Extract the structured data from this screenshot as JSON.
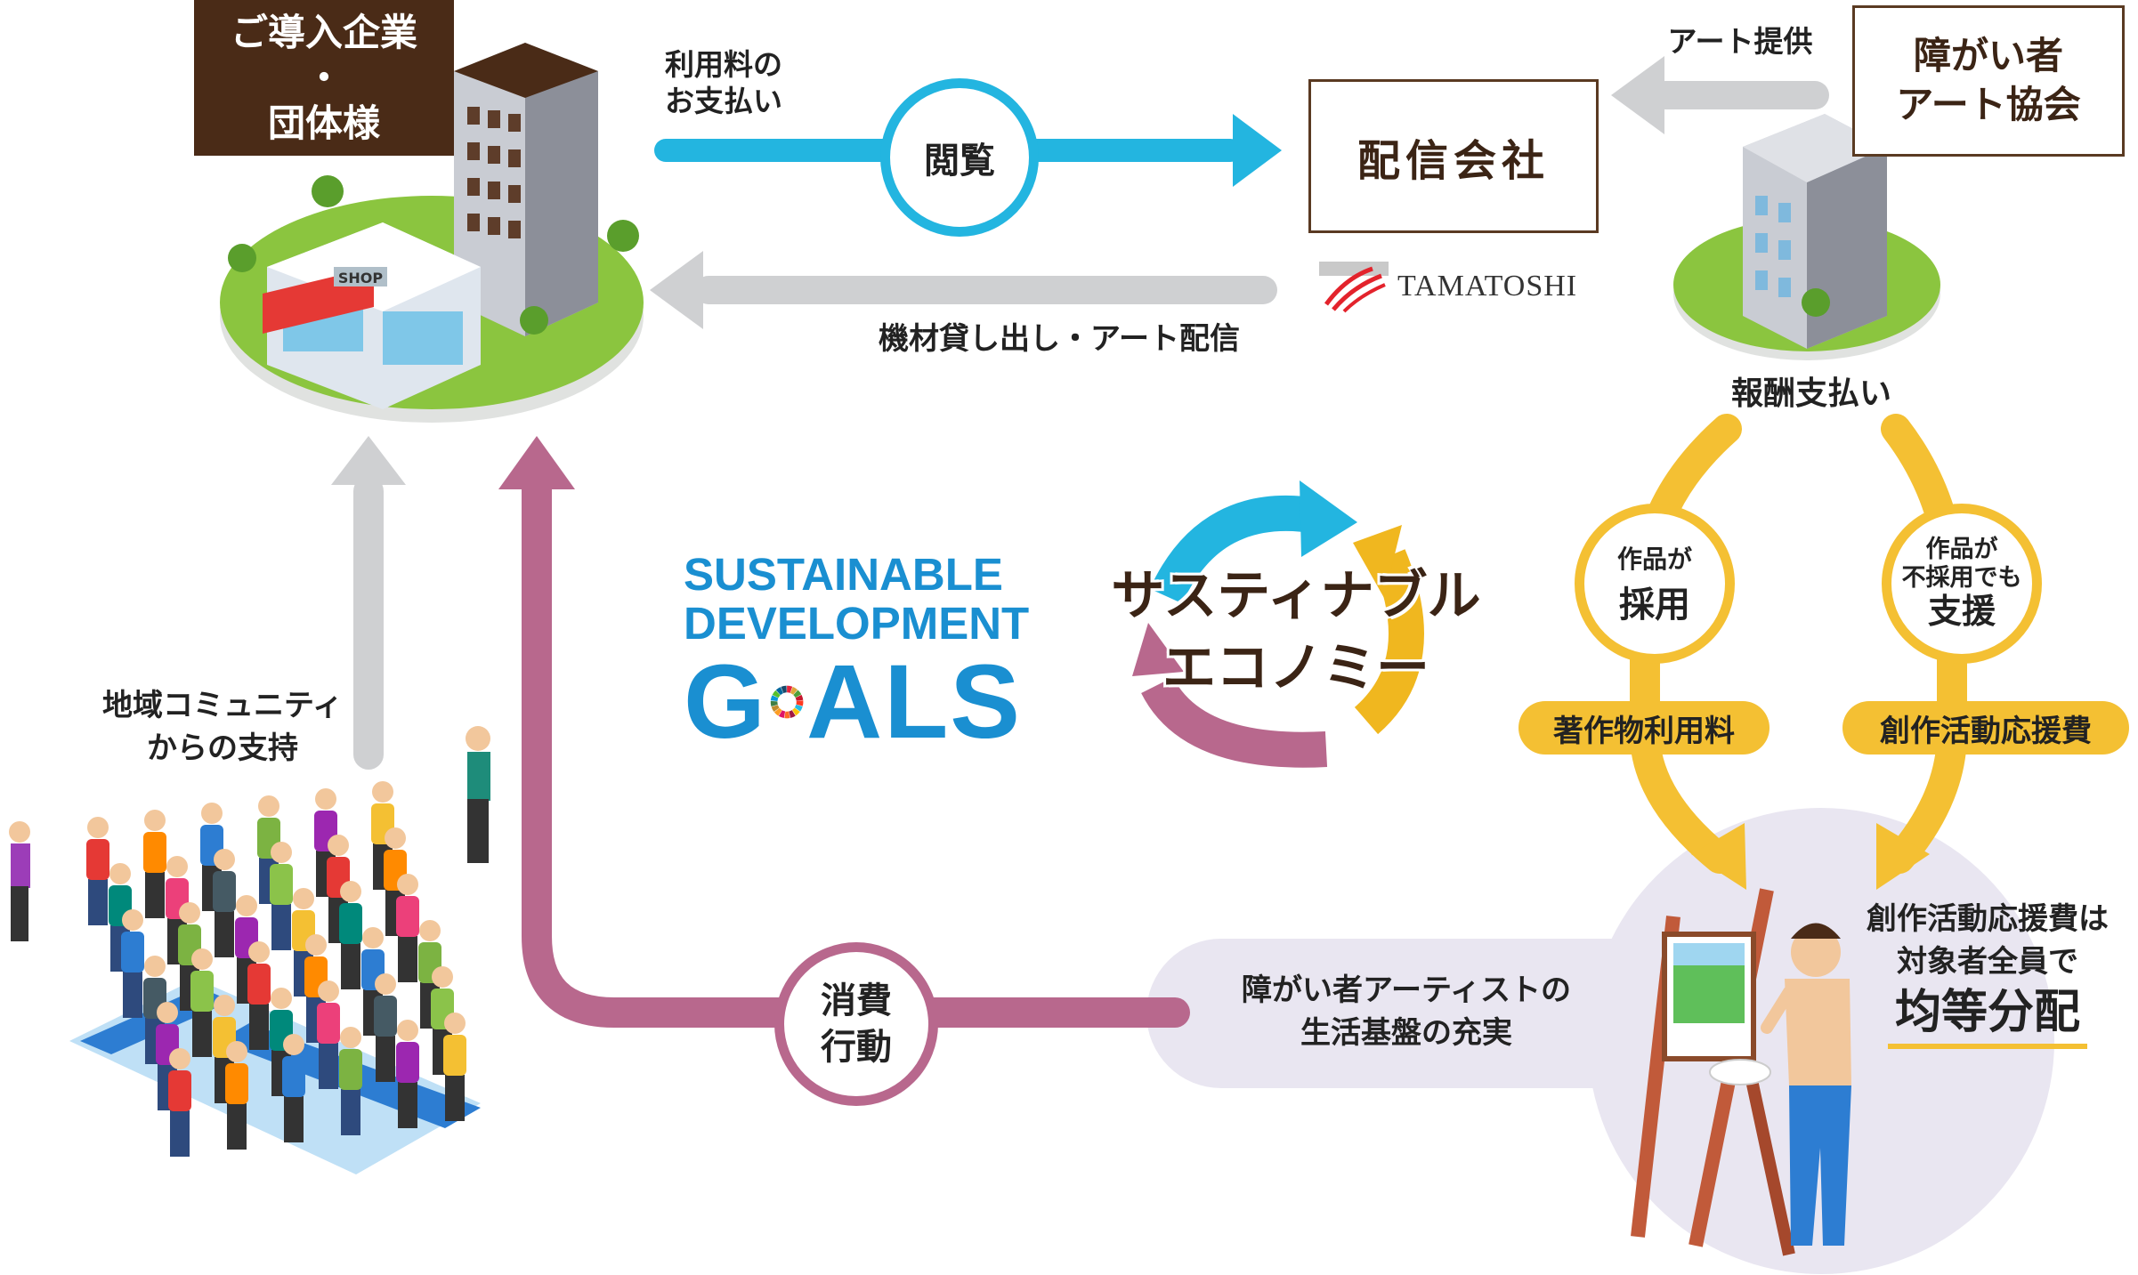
{
  "corp": {
    "line1": "ご導入企業",
    "line2": "・",
    "line3": "団体様"
  },
  "distributor": {
    "label": "配信会社"
  },
  "association": {
    "line1": "障がい者",
    "line2": "アート協会"
  },
  "flows": {
    "payment_line1": "利用料の",
    "payment_line2": "お支払い",
    "view": "閲覧",
    "equipment": "機材貸し出し・アート配信",
    "art_provide": "アート提供",
    "reward": "報酬支払い",
    "community_line1": "地域コミュニティ",
    "community_line2": "からの支持",
    "consume_line1": "消費",
    "consume_line2": "行動",
    "artist_line1": "障がい者アーティストの",
    "artist_line2": "生活基盤の充実"
  },
  "adopted": {
    "line1": "作品が",
    "line2": "採用",
    "fee": "著作物利用料"
  },
  "not_adopted": {
    "line1": "作品が",
    "line2": "不採用でも",
    "line3": "支援",
    "fee": "創作活動応援費"
  },
  "equal": {
    "line1": "創作活動応援費は",
    "line2": "対象者全員で",
    "line3": "均等分配"
  },
  "sdgs": {
    "line1": "SUSTAINABLE",
    "line2": "DEVELOPMENT",
    "goals_g": "G",
    "goals_rest": "ALS"
  },
  "economy": {
    "line1": "サスティナブル",
    "line2": "エコノミー"
  },
  "logo": {
    "text": "TAMATOSHI"
  },
  "illustrations": {
    "shop_sign": "SHOP"
  },
  "colors": {
    "blue": "#23b5e0",
    "gray": "#cfd0d2",
    "plum": "#b8688d",
    "yellow": "#f4c033",
    "brown": "#4a2b17"
  }
}
